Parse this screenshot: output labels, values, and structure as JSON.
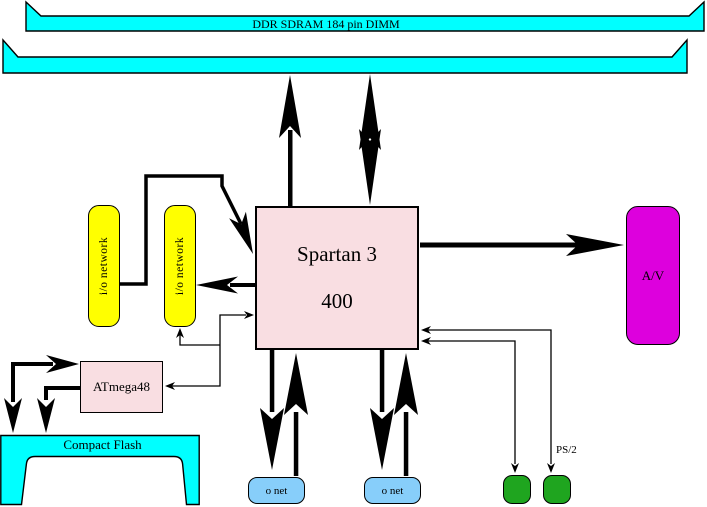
{
  "nodes": {
    "dimm": {
      "label": "DDR SDRAM  184 pin DIMM"
    },
    "spartan": {
      "line1": "Spartan 3",
      "line2": "400"
    },
    "io1": {
      "label": "i/o network"
    },
    "io2": {
      "label": "i/o network"
    },
    "atmega": {
      "label": "ATmega48"
    },
    "cf": {
      "label": "Compact Flash"
    },
    "av": {
      "label": "A/V"
    },
    "enet1": {
      "label": "o net"
    },
    "enet2": {
      "label": "o net"
    },
    "ps2": {
      "label": "PS/2"
    }
  },
  "colors": {
    "dimm_bar": "#00FFFF",
    "compact_flash": "#00FFFF",
    "fpga_block": "#F9DEE2",
    "atmega_block": "#F9DEE2",
    "io_network": "#FFFF00",
    "av_block": "#DD00DD",
    "enet_block": "#87CEFA",
    "ps2_port": "#1FA51F",
    "line": "#000000",
    "background": "#FFFFFF"
  }
}
